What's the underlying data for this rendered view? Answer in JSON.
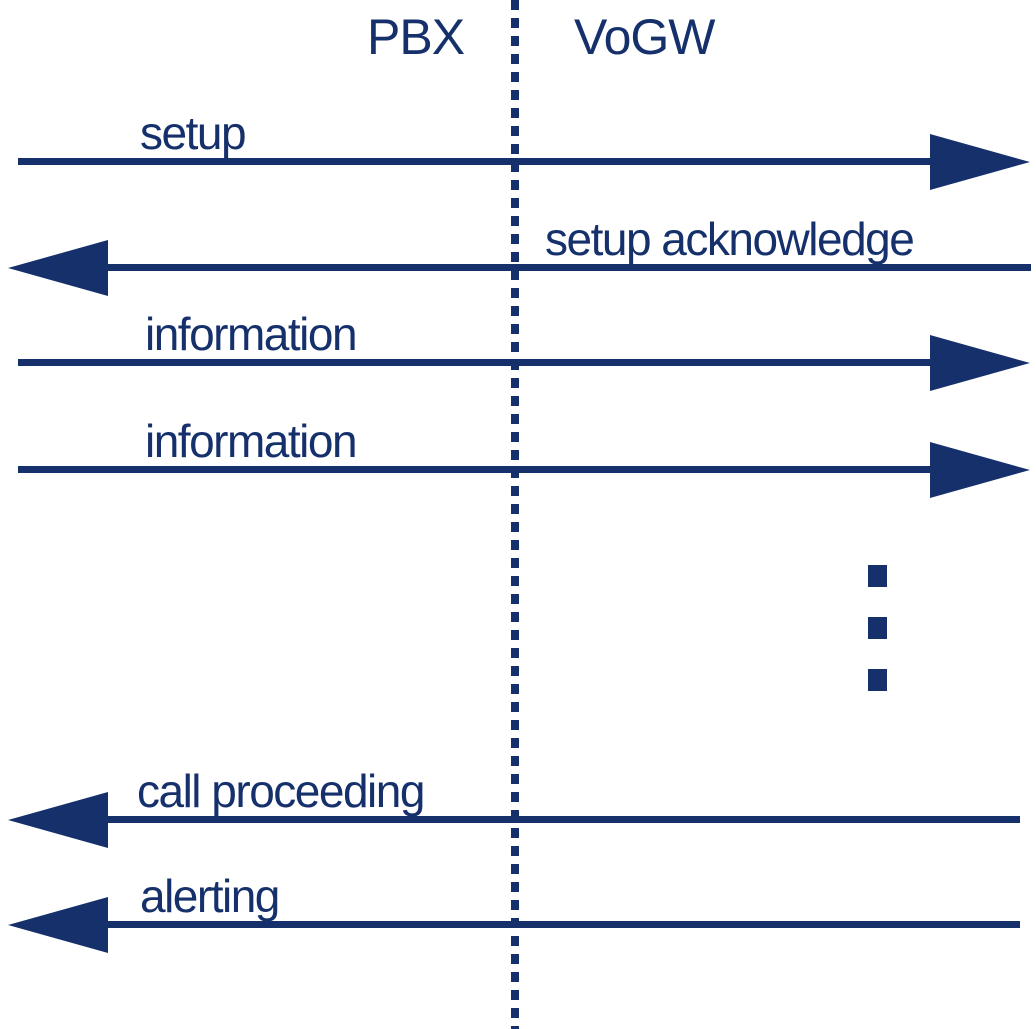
{
  "diagram": {
    "columns": [
      {
        "label": "PBX"
      },
      {
        "label": "VoGW"
      }
    ],
    "messages": [
      {
        "label": "setup",
        "from": "PBX",
        "to": "VoGW",
        "direction": "right"
      },
      {
        "label": "setup acknowledge",
        "from": "VoGW",
        "to": "PBX",
        "direction": "left"
      },
      {
        "label": "information",
        "from": "PBX",
        "to": "VoGW",
        "direction": "right"
      },
      {
        "label": "information",
        "from": "PBX",
        "to": "VoGW",
        "direction": "right"
      },
      {
        "label": "call proceeding",
        "from": "VoGW",
        "to": "PBX",
        "direction": "left"
      },
      {
        "label": "alerting",
        "from": "VoGW",
        "to": "PBX",
        "direction": "left"
      }
    ],
    "ellipsis": {
      "dots": 3
    },
    "colors": {
      "ink": "#15306b",
      "background": "#ffffff"
    }
  }
}
